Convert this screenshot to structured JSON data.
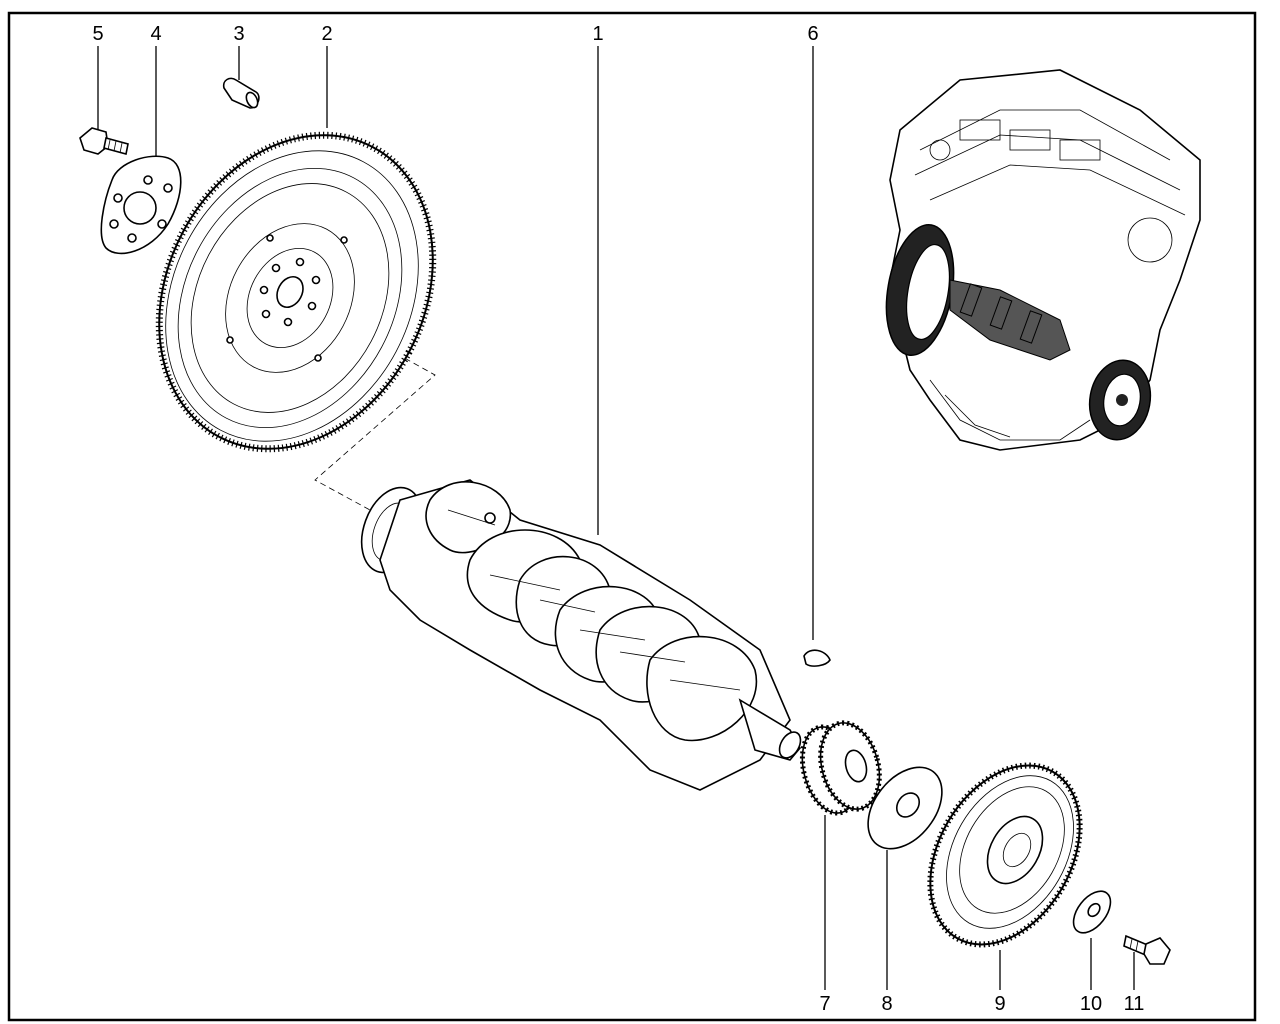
{
  "diagram": {
    "callouts": [
      {
        "id": "5",
        "text": "5"
      },
      {
        "id": "4",
        "text": "4"
      },
      {
        "id": "3",
        "text": "3"
      },
      {
        "id": "2",
        "text": "2"
      },
      {
        "id": "1",
        "text": "1"
      },
      {
        "id": "6",
        "text": "6"
      },
      {
        "id": "7",
        "text": "7"
      },
      {
        "id": "8",
        "text": "8"
      },
      {
        "id": "9",
        "text": "9"
      },
      {
        "id": "10",
        "text": "10"
      },
      {
        "id": "11",
        "text": "11"
      }
    ]
  }
}
